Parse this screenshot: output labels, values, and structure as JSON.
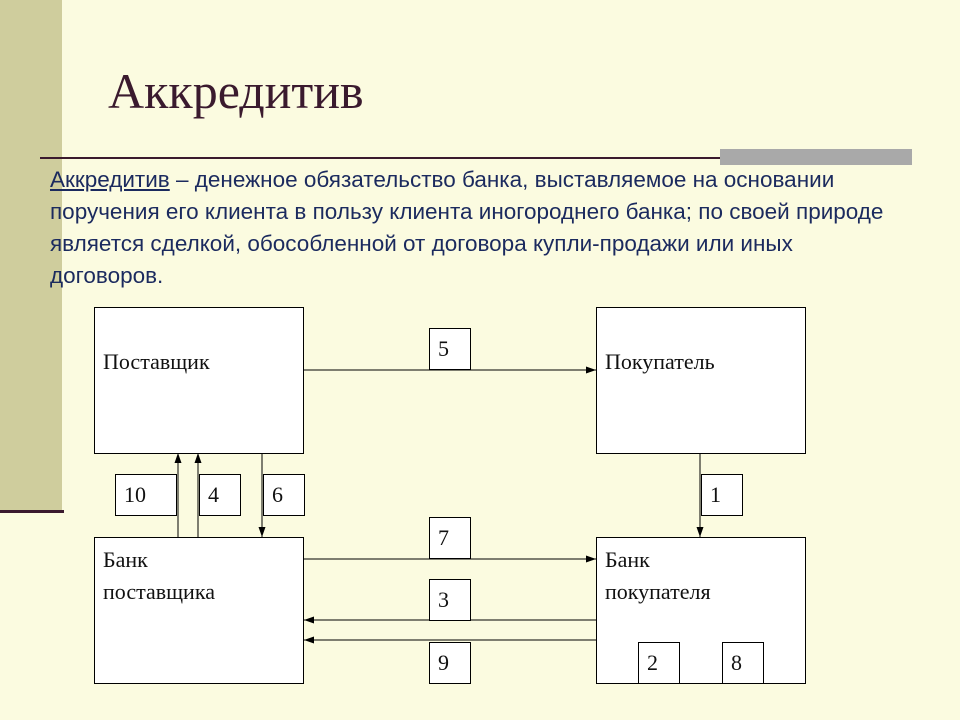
{
  "slide": {
    "title": "Аккредитив",
    "definition_term": "Аккредитив",
    "definition_text": " – денежное обязательство банка, выставляемое на основании поручения его клиента в пользу клиента иногороднего банка; по своей природе является сделкой, обособленной от договора купли-продажи или иных договоров."
  },
  "diagram": {
    "supplier": "Поставщик",
    "buyer": "Покупатель",
    "supplier_bank": "Банк\nпоставщика",
    "buyer_bank": "Банк\nпокупателя",
    "steps": {
      "s1": "1",
      "s2": "2",
      "s3": "3",
      "s4": "4",
      "s5": "5",
      "s6": "6",
      "s7": "7",
      "s8": "8",
      "s9": "9",
      "s10": "10"
    }
  },
  "colors": {
    "background": "#fbfbe0",
    "side_band": "#cfcd9d",
    "title": "#3a1a2e",
    "definition_text": "#1b2a5e",
    "accent_bar": "#a9a9a9"
  }
}
